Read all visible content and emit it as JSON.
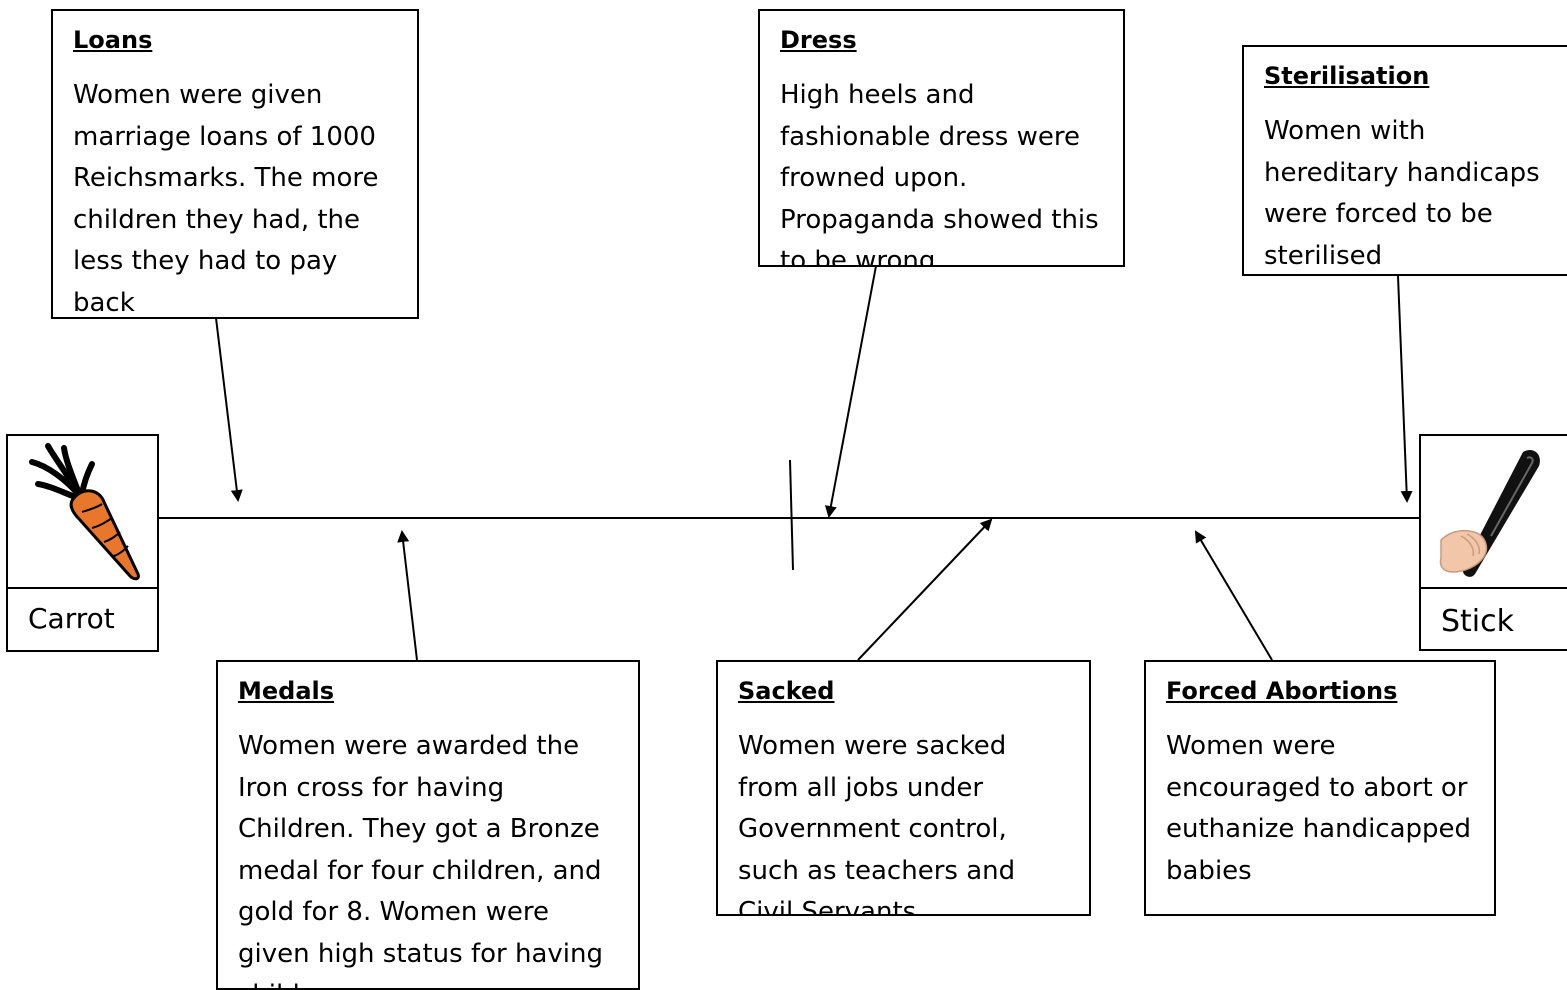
{
  "boxes": {
    "loans": {
      "title": "Loans",
      "body": "Women were given marriage loans of 1000 Reichsmarks. The more children they had, the less they had to pay back"
    },
    "dress": {
      "title": "Dress",
      "body": "High heels and fashionable dress were frowned upon. Propaganda showed this to be wrong"
    },
    "sterilisation": {
      "title": "Sterilisation",
      "body": "Women with hereditary handicaps were forced to be sterilised"
    },
    "medals": {
      "title": "Medals",
      "body": "Women were awarded the Iron cross for having Children. They got a Bronze medal for four children, and gold for 8. Women were given high status for having children"
    },
    "sacked": {
      "title": "Sacked",
      "body": "Women were sacked from all jobs under Government control, such as teachers and Civil Servants."
    },
    "abortions": {
      "title": "Forced Abortions",
      "body": "Women were encouraged to abort or euthanize handicapped babies"
    }
  },
  "ends": {
    "left": {
      "label": "Carrot",
      "icon": "carrot-icon"
    },
    "right": {
      "label": "Stick",
      "icon": "baton-icon"
    }
  },
  "colors": {
    "carrot": "#e8762b",
    "carrot_leaf": "#000000",
    "baton": "#111111",
    "hand": "#f2c6a8"
  }
}
